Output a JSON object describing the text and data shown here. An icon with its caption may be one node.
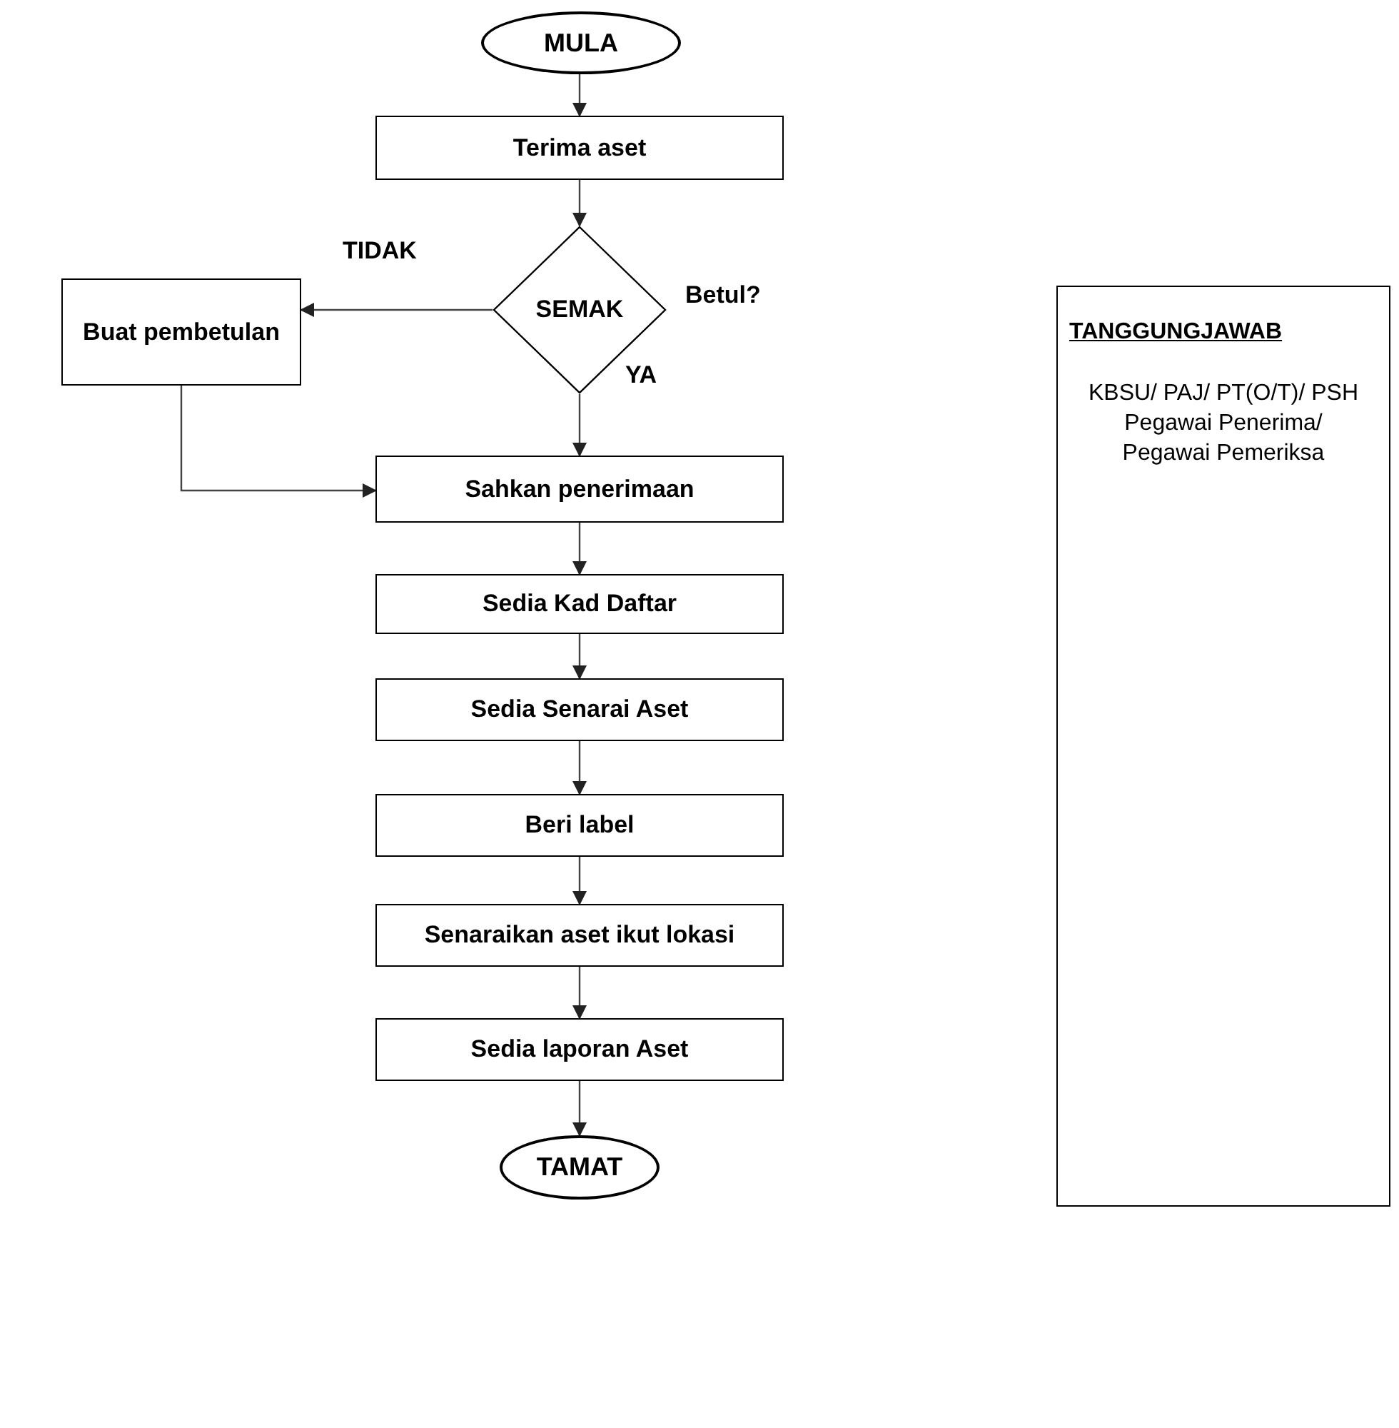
{
  "diagram": {
    "nodes": [
      {
        "text": [
          "MULA"
        ]
      },
      {
        "text": [
          "Terima aset"
        ]
      },
      {
        "text": [
          "SEMAK"
        ],
        "beside": [
          "Betul?"
        ]
      },
      {
        "text": [
          "Buat pembetulan"
        ]
      },
      {
        "text": [
          "Sahkan penerimaan"
        ]
      },
      {
        "text": [
          "Sedia Kad Daftar"
        ]
      },
      {
        "text": [
          "Sedia Senarai Aset"
        ]
      },
      {
        "text": [
          "Beri label"
        ]
      },
      {
        "text": [
          "Senaraikan aset ikut lokasi"
        ]
      },
      {
        "text": [
          "Sedia laporan Aset"
        ]
      },
      {
        "text": [
          "TAMAT"
        ]
      },
      {
        "text": [
          "TANGGUNGJAWAB",
          "KBSU/ PAJ/ PT(O/T)/ PSH Pegawai Penerima/ Pegawai Pemeriksa"
        ]
      }
    ],
    "edges": [
      {
        "from": 0,
        "to": 1,
        "arrow": "to"
      },
      {
        "from": 1,
        "to": 2,
        "arrow": "to"
      },
      {
        "from": 2,
        "to": 3,
        "arrow": "to",
        "label": "TIDAK"
      },
      {
        "from": 2,
        "to": 4,
        "arrow": "to",
        "label": "YA"
      },
      {
        "from": 3,
        "to": 4,
        "arrow": "to"
      },
      {
        "from": 4,
        "to": 5,
        "arrow": "to"
      },
      {
        "from": 5,
        "to": 6,
        "arrow": "to"
      },
      {
        "from": 6,
        "to": 7,
        "arrow": "to"
      },
      {
        "from": 7,
        "to": 8,
        "arrow": "to"
      },
      {
        "from": 8,
        "to": 9,
        "arrow": "to"
      },
      {
        "from": 9,
        "to": 10,
        "arrow": "to"
      }
    ]
  }
}
